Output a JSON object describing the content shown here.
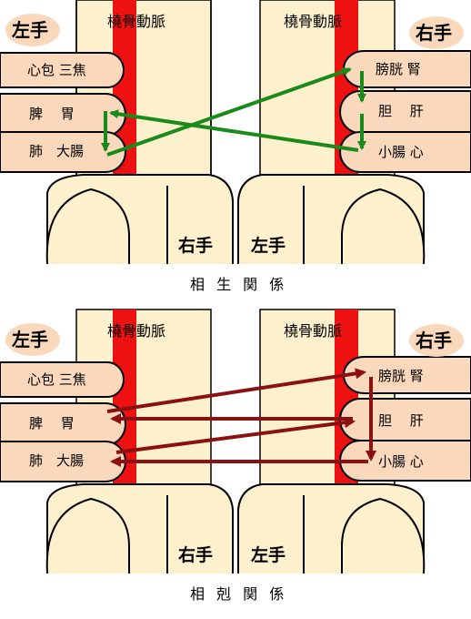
{
  "diagrams": [
    {
      "caption": "相 生 関 係",
      "arrow_color": "#1a8a1a",
      "left_hand": {
        "label": "左手",
        "artery": "橈骨動脈",
        "fingers": [
          {
            "label": "心包 三焦"
          },
          {
            "label": "脾　 胃"
          },
          {
            "label": "肺　大腸"
          }
        ]
      },
      "right_hand": {
        "label": "右手",
        "artery": "橈骨動脈",
        "fingers": [
          {
            "label": "膀胱 腎"
          },
          {
            "label": "胆　 肝"
          },
          {
            "label": "小腸 心"
          }
        ]
      },
      "bottom_labels": {
        "left": "右手",
        "right": "左手"
      }
    },
    {
      "caption": "相 剋 関 係",
      "arrow_color": "#8b1010",
      "left_hand": {
        "label": "左手",
        "artery": "橈骨動脈",
        "fingers": [
          {
            "label": "心包 三焦"
          },
          {
            "label": "脾　 胃"
          },
          {
            "label": "肺　大腸"
          }
        ]
      },
      "right_hand": {
        "label": "右手",
        "artery": "橈骨動脈",
        "fingers": [
          {
            "label": "膀胱 腎"
          },
          {
            "label": "胆　 肝"
          },
          {
            "label": "小腸 心"
          }
        ]
      },
      "bottom_labels": {
        "left": "右手",
        "right": "左手"
      }
    }
  ],
  "colors": {
    "skin": "#fad8bc",
    "arm": "#fdf0cc",
    "artery": "#ee1111",
    "outline": "#000000"
  }
}
